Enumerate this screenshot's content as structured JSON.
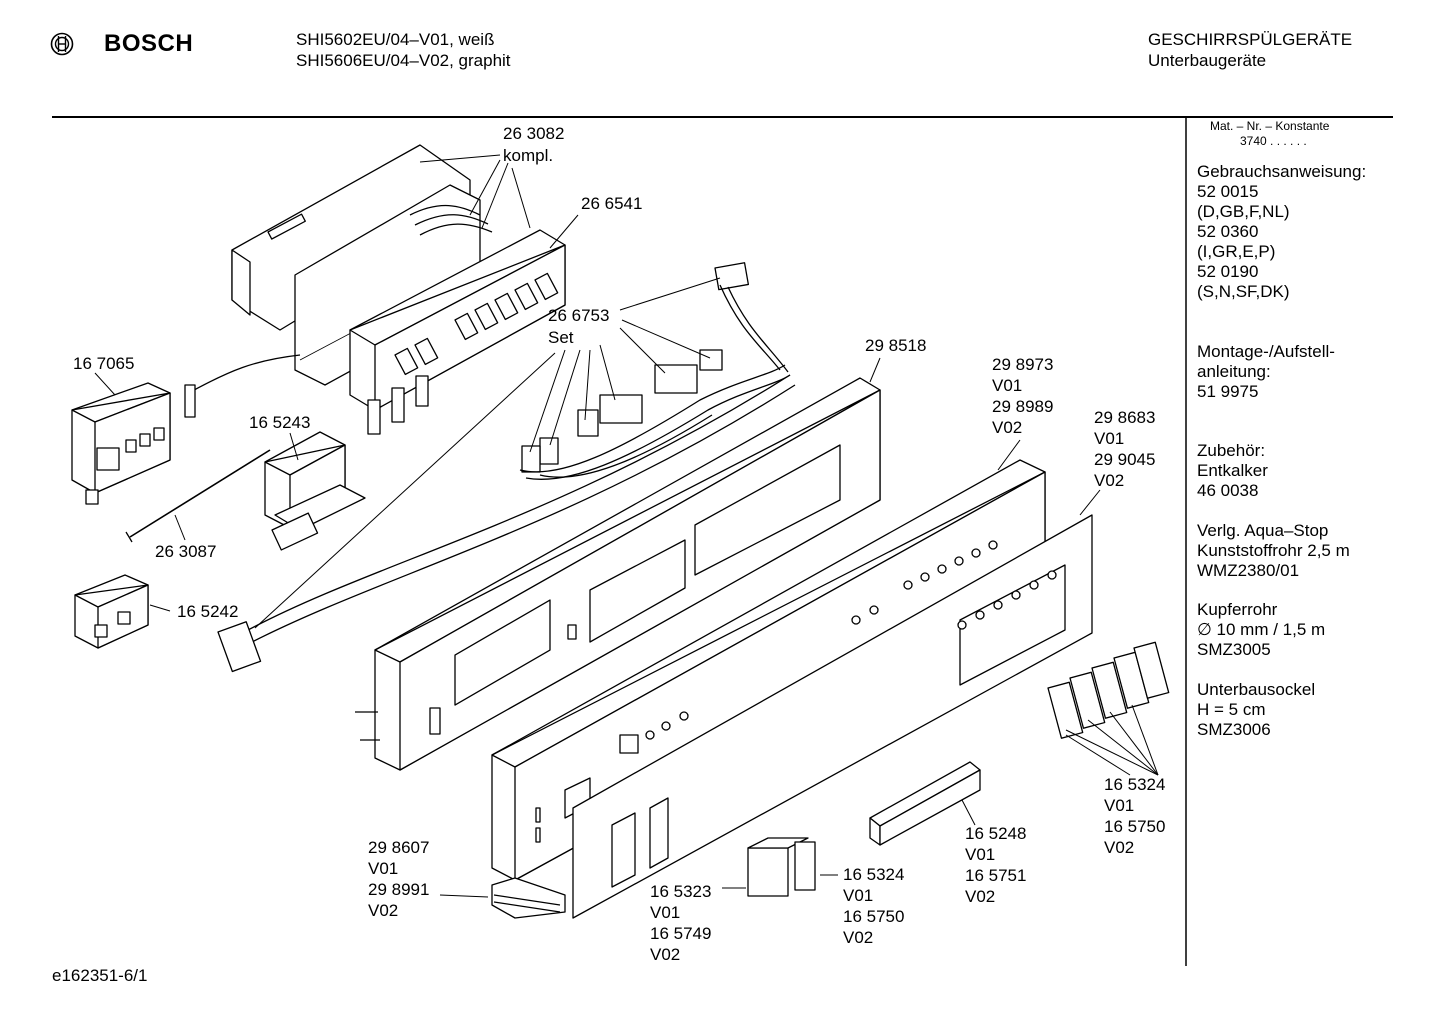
{
  "header": {
    "brand": "BOSCH",
    "model_line_1": "SHI5602EU/04–V01, weiß",
    "model_line_2": "SHI5606EU/04–V02, graphit",
    "category_title": "GESCHIRRSPÜLGERÄTE",
    "category_subtitle": "Unterbaugeräte"
  },
  "sidebar": {
    "mat_label": "Mat. – Nr. – Konstante",
    "mat_value": "3740 .  .  .  .  .  .",
    "gebrauch_label": "Gebrauchsanweisung:",
    "gebrauch_items": [
      "52 0015",
      "(D,GB,F,NL)",
      "52 0360",
      "(I,GR,E,P)",
      "52 0190",
      "(S,N,SF,DK)"
    ],
    "montage_label": "Montage-/Aufstell-\nanleitung:",
    "montage_value": "51 9975",
    "zubehoer_label": "Zubehör:",
    "zubehoer_items": [
      "Entkalker",
      "46 0038"
    ],
    "aqua_stop": "Verlg. Aqua–Stop\nKunststoffrohr 2,5 m\nWMZ2380/01",
    "kupferrohr": "Kupferrohr\n∅ 10 mm / 1,5 m\nSMZ3005",
    "sockel": "Unterbausockel\nH = 5 cm\nSMZ3006"
  },
  "parts": {
    "p263082": [
      "26 3082",
      "kompl."
    ],
    "p266541": [
      "26 6541"
    ],
    "p266753": [
      "26 6753",
      "Set"
    ],
    "p167065": [
      "16 7065"
    ],
    "p165243": [
      "16 5243"
    ],
    "p263087": [
      "26 3087"
    ],
    "p165242": [
      "16 5242"
    ],
    "p298518": [
      "29 8518"
    ],
    "p298973": [
      "29 8973",
      "V01",
      "29 8989",
      "V02"
    ],
    "p298683": [
      "29 8683",
      "V01",
      "29 9045",
      "V02"
    ],
    "p165324a": [
      "16 5324",
      "V01",
      "16 5750",
      "V02"
    ],
    "p165248": [
      "16 5248",
      "V01",
      "16 5751",
      "V02"
    ],
    "p165324b": [
      "16 5324",
      "V01",
      "16 5750",
      "V02"
    ],
    "p165323": [
      "16 5323",
      "V01",
      "16 5749",
      "V02"
    ],
    "p298607": [
      "29 8607",
      "V01",
      "29 8991",
      "V02"
    ]
  },
  "footer": {
    "drawing_id": "e162351-6/1"
  }
}
